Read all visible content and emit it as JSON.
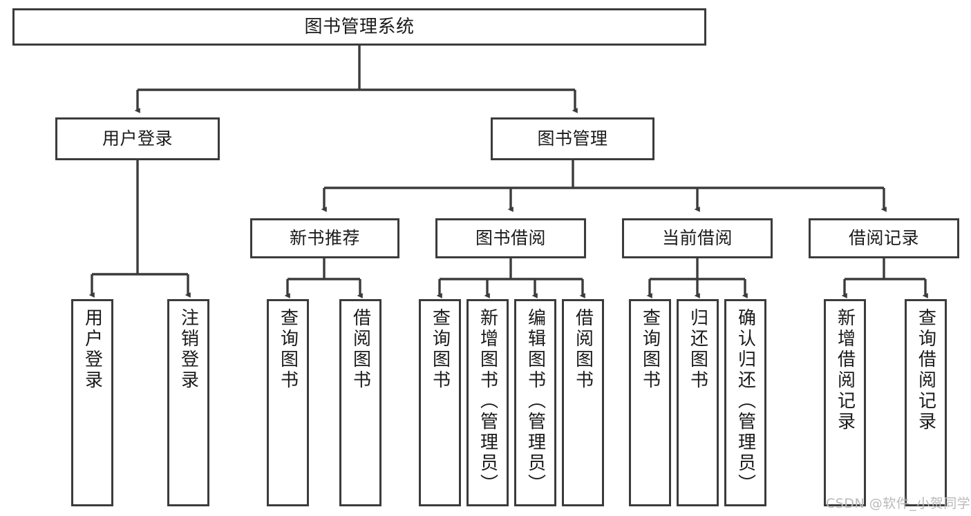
{
  "diagram": {
    "title": "图书管理系统",
    "type": "tree-hierarchy-diagram",
    "watermark": "CSDN @软件_小贺同学",
    "style": {
      "box_fill": "#ffffff",
      "box_border": "#3b3b3b",
      "line_color": "#3b3b3b",
      "text_color": "#1a1a1a",
      "canvas_background": "#ffffff",
      "watermark_color": "#b9b9b9"
    },
    "root": {
      "label": "图书管理系统"
    },
    "level1": [
      {
        "label": "用户登录"
      },
      {
        "label": "图书管理"
      }
    ],
    "level2": [
      {
        "label": "新书推荐",
        "parent": "图书管理"
      },
      {
        "label": "图书借阅",
        "parent": "图书管理"
      },
      {
        "label": "当前借阅",
        "parent": "图书管理"
      },
      {
        "label": "借阅记录",
        "parent": "图书管理"
      }
    ],
    "leaves": {
      "user_login": [
        {
          "label": "用户登录"
        },
        {
          "label": "注销登录"
        }
      ],
      "new_book_recommend": [
        {
          "label": "查询图书"
        },
        {
          "label": "借阅图书"
        }
      ],
      "book_borrow": [
        {
          "label": "查询图书"
        },
        {
          "label": "新增图书（管理员）"
        },
        {
          "label": "编辑图书（管理员）"
        },
        {
          "label": "借阅图书"
        }
      ],
      "current_borrow": [
        {
          "label": "查询图书"
        },
        {
          "label": "归还图书"
        },
        {
          "label": "确认归还（管理员）"
        }
      ],
      "borrow_record": [
        {
          "label": "新增借阅记录"
        },
        {
          "label": "查询借阅记录"
        }
      ]
    }
  }
}
